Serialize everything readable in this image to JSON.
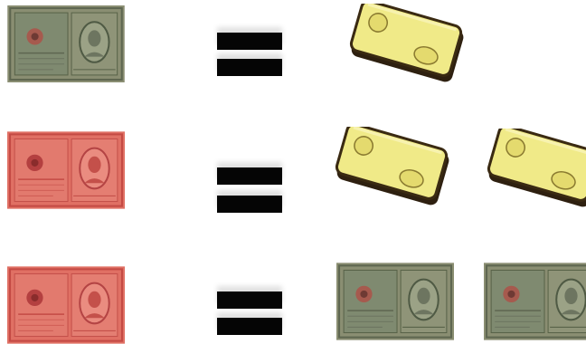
{
  "equations": [
    {
      "left": {
        "kind": "banknote",
        "color": "green-gray"
      },
      "relation": "equals",
      "right": [
        {
          "kind": "gold-bar"
        }
      ]
    },
    {
      "left": {
        "kind": "banknote",
        "color": "red"
      },
      "relation": "equals",
      "right": [
        {
          "kind": "gold-bar"
        },
        {
          "kind": "gold-bar"
        }
      ]
    },
    {
      "left": {
        "kind": "banknote",
        "color": "red"
      },
      "relation": "equals",
      "right": [
        {
          "kind": "banknote",
          "color": "green-gray"
        },
        {
          "kind": "banknote",
          "color": "green-gray"
        }
      ]
    }
  ],
  "colors": {
    "green_note_bg": "#8a8e72",
    "green_note_dark": "#5e6650",
    "green_note_accent": "#a65a4e",
    "red_note_bg": "#e07064",
    "red_note_dark": "#c44a44",
    "gold_face": "#f0ea88",
    "gold_edge": "#3a2a12",
    "equals_bar": "#050505"
  }
}
